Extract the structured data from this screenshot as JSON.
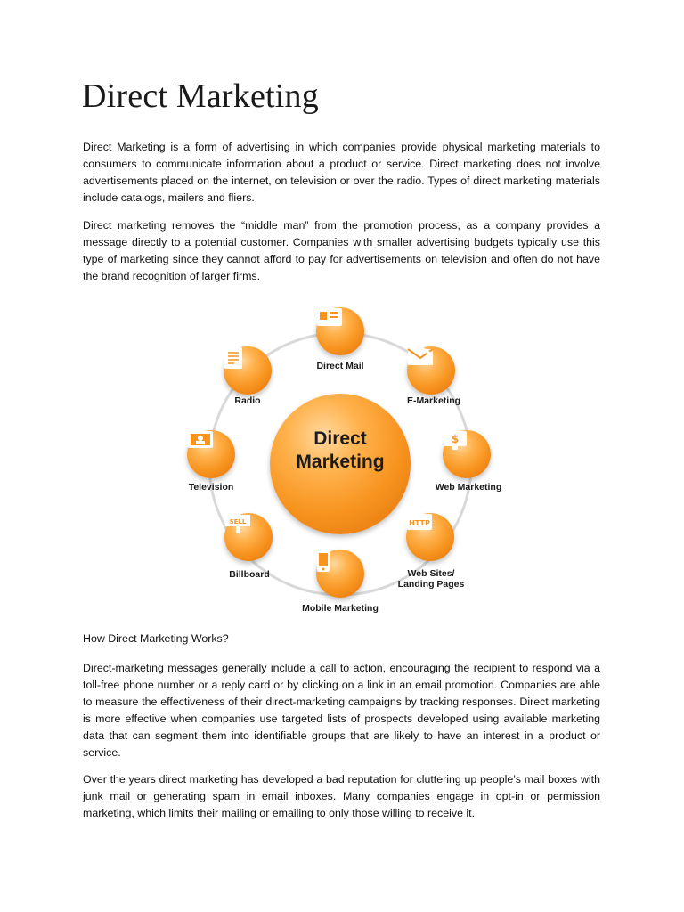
{
  "title": "Direct Marketing",
  "paragraphs": {
    "p1": "Direct Marketing is a form of advertising in which companies provide physical marketing materials to consumers to communicate information about a product or service. Direct marketing does not involve advertisements placed on the internet, on television or over the radio. Types of direct marketing materials include catalogs, mailers and fliers.",
    "p2": "Direct marketing removes the “middle man” from the promotion process, as a company provides a message directly to a potential customer. Companies with smaller advertising budgets typically use this type of marketing since they cannot afford to pay for advertisements on television and often do not have the brand recognition of larger firms.",
    "subhead": "How Direct Marketing Works?",
    "p3": "Direct-marketing messages generally include a call to action, encouraging the recipient to respond via a toll-free phone number or a reply card or by clicking on a link in an email promotion. Companies are able to measure the effectiveness of their direct-marketing campaigns by tracking responses. Direct marketing is more effective when companies use targeted lists of prospects developed using available marketing data that can segment them into identifiable groups that are likely to have an interest in a product or service.",
    "p4": "Over the years direct marketing has developed a bad reputation for cluttering up people’s mail boxes with junk mail or generating spam in email inboxes. Many companies engage in opt-in or permission marketing, which limits their mailing or emailing to only those willing to receive it."
  },
  "diagram": {
    "center_line1": "Direct",
    "center_line2": "Marketing",
    "nodes": {
      "direct_mail": "Direct Mail",
      "e_marketing": "E-Marketing",
      "web_marketing": "Web Marketing",
      "web_sites_1": "Web Sites/",
      "web_sites_2": "Landing Pages",
      "mobile": "Mobile Marketing",
      "billboard": "Billboard",
      "television": "Television",
      "radio": "Radio"
    },
    "billboard_sign": "SELL",
    "web_sign": "HTTP",
    "web_marketing_sign": "$",
    "accent_color": "#f7931e"
  }
}
